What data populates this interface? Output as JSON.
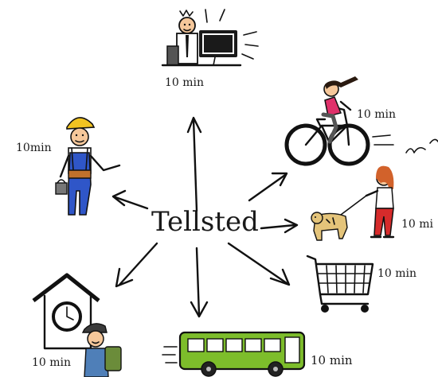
{
  "center": {
    "label": "Tellsted"
  },
  "items": [
    {
      "id": "office",
      "label": "10 min"
    },
    {
      "id": "bike",
      "label": "10 min"
    },
    {
      "id": "worker",
      "label": "10min"
    },
    {
      "id": "dog-walk",
      "label": "10 mi"
    },
    {
      "id": "shopping",
      "label": "10 min"
    },
    {
      "id": "school",
      "label": "10 min"
    },
    {
      "id": "bus",
      "label": "10 min"
    }
  ],
  "colors": {
    "ink": "#111111",
    "bus_green": "#7dbd2b",
    "worker_blue": "#2f56c8",
    "helmet_yellow": "#f2c321",
    "skin": "#f5c79a",
    "shirt_pink": "#e0306a",
    "pants_red": "#d62b2b",
    "dog_tan": "#e4c47a"
  }
}
